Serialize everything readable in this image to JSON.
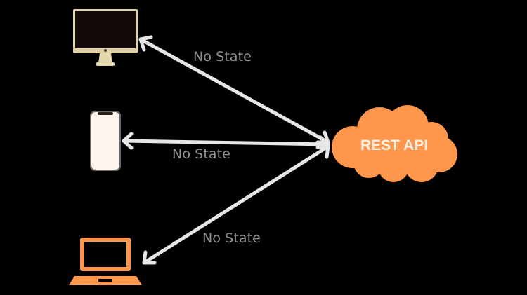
{
  "diagram": {
    "server": {
      "label": "REST API",
      "icon": "cloud-icon",
      "color": "#fe964c",
      "text_color": "#fdf1e3"
    },
    "clients": [
      {
        "name": "desktop",
        "icon": "desktop-monitor-icon",
        "color": "#e4d2a7",
        "screen_color": "#130b09"
      },
      {
        "name": "mobile",
        "icon": "smartphone-icon",
        "color": "#fcf5ee",
        "frame_color": "#6b6560"
      },
      {
        "name": "laptop",
        "icon": "laptop-icon",
        "color": "#fe964c"
      }
    ],
    "connections": [
      {
        "from": "desktop",
        "to": "REST API",
        "label": "No State",
        "direction": "bidirectional"
      },
      {
        "from": "mobile",
        "to": "REST API",
        "label": "No State",
        "direction": "bidirectional"
      },
      {
        "from": "laptop",
        "to": "REST API",
        "label": "No State",
        "direction": "bidirectional"
      }
    ],
    "arrow_color": "#e6e6e6",
    "label_color": "#8e9495",
    "background": "#000000"
  }
}
